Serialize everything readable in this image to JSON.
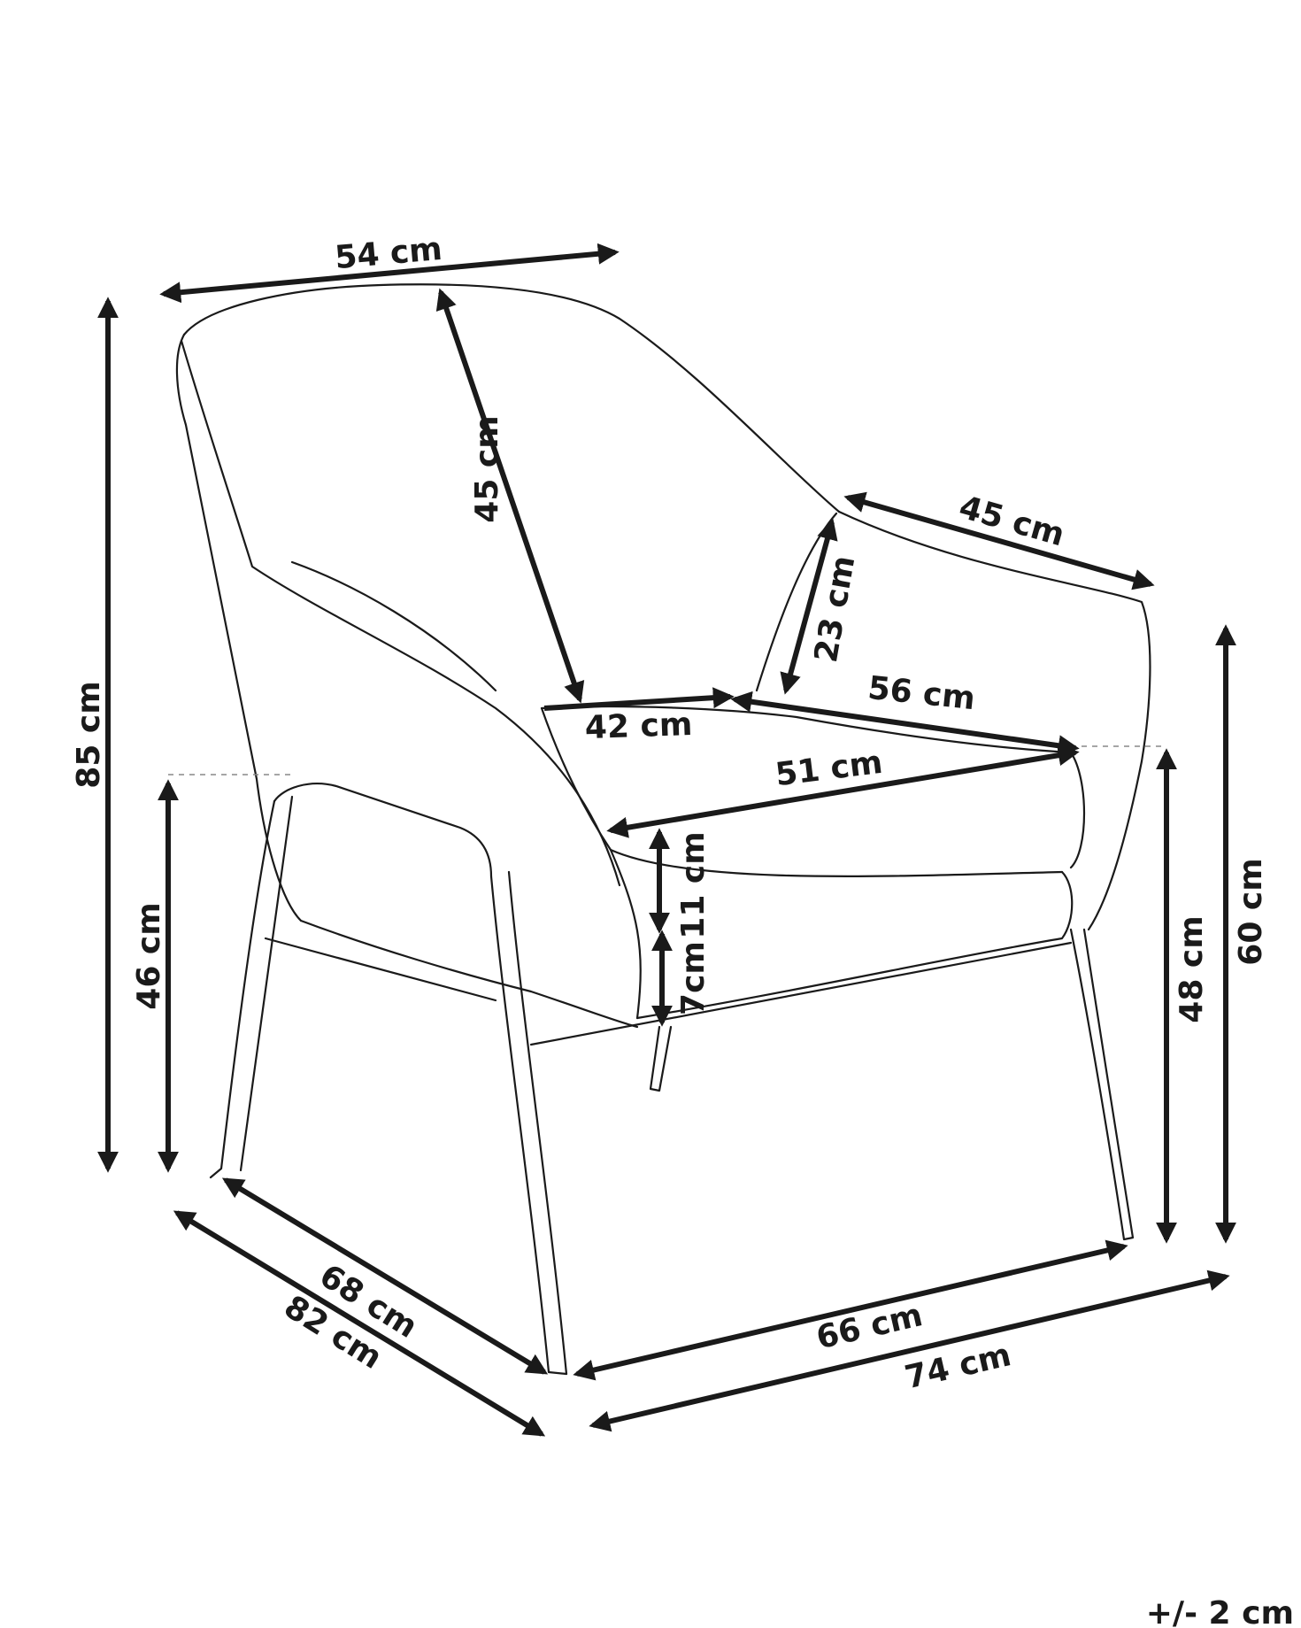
{
  "diagram": {
    "subject": "armchair line drawing",
    "line_color": "#1a1a1a",
    "dimensions": {
      "top_width": "54 cm",
      "total_height": "85 cm",
      "backrest_height": "45 cm",
      "armrest_length": "45 cm",
      "armrest_height": "23 cm",
      "seat_depth_inner": "42 cm",
      "seat_depth_outer": "56 cm",
      "seat_width": "51 cm",
      "cushion_thickness": "11 cm",
      "seat_base_thickness": "7cm",
      "seat_height": "46 cm",
      "armrest_floor_height": "48 cm",
      "arm_total_height": "60 cm",
      "leg_depth": "68 cm",
      "total_depth": "82 cm",
      "leg_width": "66 cm",
      "total_width": "74 cm"
    },
    "tolerance": "+/- 2 cm"
  }
}
